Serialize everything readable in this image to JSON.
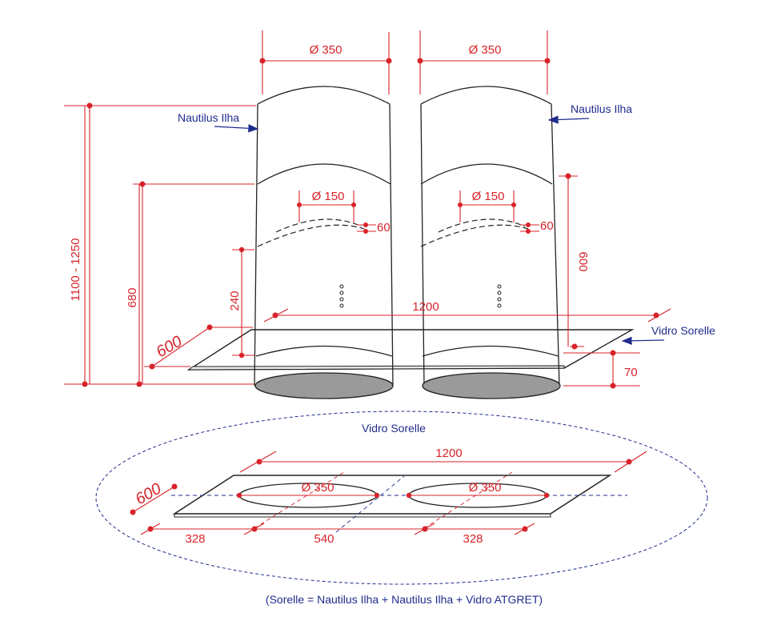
{
  "labels": {
    "hood_left": "Nautilus Ilha",
    "hood_right": "Nautilus Ilha",
    "glass_top": "Vidro Sorelle",
    "glass_bottom": "Vidro Sorelle",
    "footer": "(Sorelle = Nautilus Ilha + Nautilus Ilha + Vidro ATGRET)"
  },
  "dimensions": {
    "left_diameter": "Ø 350",
    "right_diameter": "Ø 350",
    "left_outlet": "Ø 150",
    "right_outlet": "Ø 150",
    "left_outlet_offset": "60",
    "right_outlet_offset": "60",
    "total_height": "1100 - 1250",
    "height_680": "680",
    "height_240": "240",
    "height_600": "600",
    "glass_width": "1200",
    "glass_depth": "600",
    "glass_thickness": "70",
    "plan_width": "1200",
    "plan_depth": "600",
    "plan_hole_left": "Ø 350",
    "plan_hole_right": "Ø 350",
    "plan_left_margin": "328",
    "plan_center_spacing": "540",
    "plan_right_margin": "328"
  },
  "colors": {
    "dimension": "#d8232a",
    "label": "#1f2c8c",
    "outline": "#222222"
  }
}
